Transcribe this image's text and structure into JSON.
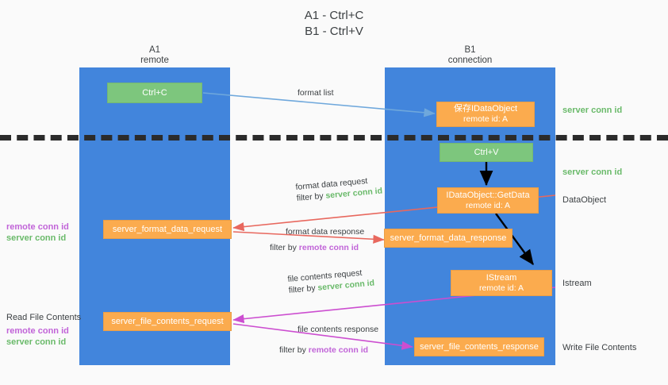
{
  "title": {
    "line1": "A1 - Ctrl+C",
    "line2": "B1 - Ctrl+V"
  },
  "lanes": [
    {
      "name": "A1",
      "subtitle": "remote"
    },
    {
      "name": "B1",
      "subtitle": "connection"
    }
  ],
  "colors": {
    "lane": "#4285dc",
    "green_box": "#7dc67d",
    "orange_box": "#fbab4e",
    "server_conn_id": "#6aba6a",
    "remote_conn_id": "#c164d8",
    "format_list_arrow": "#6fa8dc",
    "format_data_arrow": "#e8685e",
    "file_contents_arrow": "#cc4ed0",
    "black_arrow": "#000000",
    "background": "#fafafa",
    "text": "#3c4043"
  },
  "nodes": {
    "ctrl_c": {
      "label": "Ctrl+C",
      "kind": "green"
    },
    "ctrl_v": {
      "label": "Ctrl+V",
      "kind": "green"
    },
    "save_dataobject": {
      "line1": "保存IDataObject",
      "line2": "remote id: A",
      "kind": "orange"
    },
    "getdata": {
      "line1": "IDataObject::GetData",
      "line2": "remote id: A",
      "kind": "orange"
    },
    "istream": {
      "line1": "IStream",
      "line2": "remote id: A",
      "kind": "orange"
    },
    "server_format_data_request": {
      "label": "server_format_data_request",
      "kind": "orange"
    },
    "server_format_data_response": {
      "label": "server_format_data_response",
      "kind": "orange"
    },
    "server_file_contents_request": {
      "label": "server_file_contents_request",
      "kind": "orange"
    },
    "server_file_contents_response": {
      "label": "server_file_contents_response",
      "kind": "orange"
    }
  },
  "right_labels": [
    {
      "text": "server conn id",
      "style": "green"
    },
    {
      "text": "server conn id",
      "style": "green"
    },
    {
      "text": "DataObject",
      "style": "dark"
    },
    {
      "text": "Istream",
      "style": "dark"
    },
    {
      "text": "Write File Contents",
      "style": "dark"
    }
  ],
  "left_labels": {
    "group1": [
      {
        "text": "remote conn id",
        "style": "purple"
      },
      {
        "text": "server conn id",
        "style": "green"
      }
    ],
    "read_file_contents": "Read File Contents",
    "group2": [
      {
        "text": "remote conn id",
        "style": "purple"
      },
      {
        "text": "server conn id",
        "style": "green"
      }
    ]
  },
  "edges": {
    "format_list": {
      "label": "format list"
    },
    "format_data_request": {
      "line1": "format data request",
      "line2_prefix": "filter by ",
      "line2_highlight": "server conn id",
      "highlight_style": "green"
    },
    "format_data_response": {
      "line1": "format data response",
      "line2_prefix": "filter by ",
      "line2_highlight": "remote conn id",
      "highlight_style": "purple"
    },
    "file_contents_request": {
      "line1": "file contents request",
      "line2_prefix": "filter by ",
      "line2_highlight": "server conn id",
      "highlight_style": "green"
    },
    "file_contents_response": {
      "line1": "file contents response",
      "line2_prefix": "filter by ",
      "line2_highlight": "remote conn id",
      "highlight_style": "purple"
    }
  }
}
